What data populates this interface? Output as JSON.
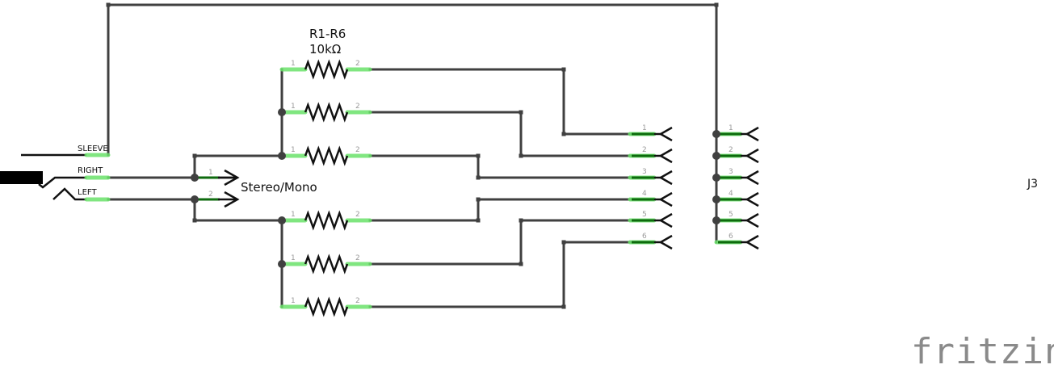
{
  "app": "Fritzing",
  "view": "schematic",
  "logo_text": "fritzing",
  "colors": {
    "wire": "#404040",
    "pin_highlight": "#6be26b",
    "pin_core": "#1f9a1f",
    "symbol": "#111111",
    "pin_number": "#9a9a9a",
    "logo": "#8a8a8a"
  },
  "audio_jack": {
    "pins": [
      "SLEEVE",
      "RIGHT",
      "LEFT"
    ]
  },
  "switch": {
    "label": "Stereo/Mono",
    "pin_numbers": [
      "1",
      "2"
    ]
  },
  "resistors": {
    "label": "R1-R6",
    "value": "10kΩ",
    "count": 6,
    "pin_numbers": [
      "1",
      "2"
    ]
  },
  "header_a": {
    "pin_numbers": [
      "1",
      "2",
      "3",
      "4",
      "5",
      "6"
    ]
  },
  "header_b": {
    "ref": "J3",
    "pin_numbers": [
      "1",
      "2",
      "3",
      "4",
      "5",
      "6"
    ]
  }
}
